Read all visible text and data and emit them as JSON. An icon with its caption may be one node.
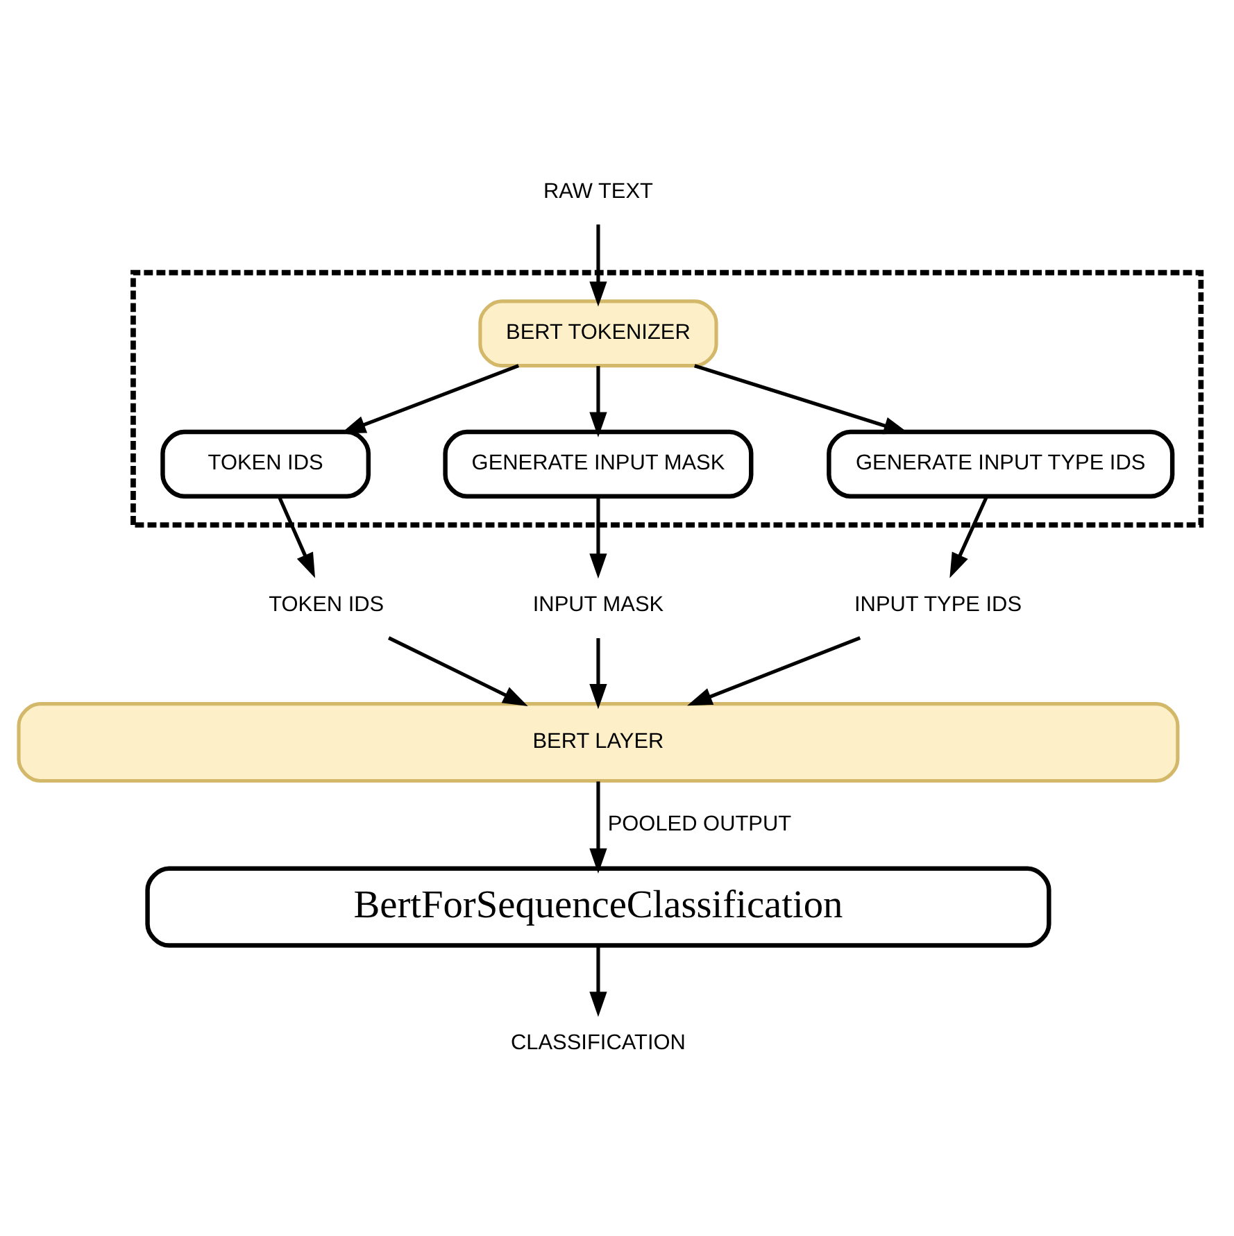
{
  "diagram": {
    "nodes": [
      {
        "text": [],
        "shape": "box"
      },
      {
        "text": [
          "RAW TEXT"
        ]
      },
      {
        "text": [
          "BERT TOKENIZER"
        ],
        "in": 0
      },
      {
        "text": [
          "TOKEN IDS"
        ],
        "in": 0
      },
      {
        "text": [
          "GENERATE INPUT MASK"
        ],
        "in": 0
      },
      {
        "text": [
          "GENERATE INPUT TYPE IDS"
        ],
        "in": 0
      },
      {
        "text": [
          "TOKEN IDS"
        ]
      },
      {
        "text": [
          "INPUT MASK"
        ]
      },
      {
        "text": [
          "INPUT TYPE IDS"
        ]
      },
      {
        "text": [
          "BERT LAYER"
        ]
      },
      {
        "text": [
          "BertForSequenceClassification"
        ]
      },
      {
        "text": [
          "CLASSIFICATION"
        ]
      }
    ],
    "edges": [
      {
        "from": 1,
        "to": 2,
        "arrow": "to"
      },
      {
        "from": 2,
        "to": 3,
        "arrow": "to"
      },
      {
        "from": 2,
        "to": 4,
        "arrow": "to"
      },
      {
        "from": 2,
        "to": 5,
        "arrow": "to"
      },
      {
        "from": 3,
        "to": 6,
        "arrow": "to"
      },
      {
        "from": 4,
        "to": 7,
        "arrow": "to"
      },
      {
        "from": 5,
        "to": 8,
        "arrow": "to"
      },
      {
        "from": 6,
        "to": 9,
        "arrow": "to"
      },
      {
        "from": 7,
        "to": 9,
        "arrow": "to"
      },
      {
        "from": 8,
        "to": 9,
        "arrow": "to"
      },
      {
        "from": 9,
        "to": 10,
        "arrow": "to",
        "label": "POOLED OUTPUT"
      },
      {
        "from": 10,
        "to": 11,
        "arrow": "to"
      }
    ]
  }
}
